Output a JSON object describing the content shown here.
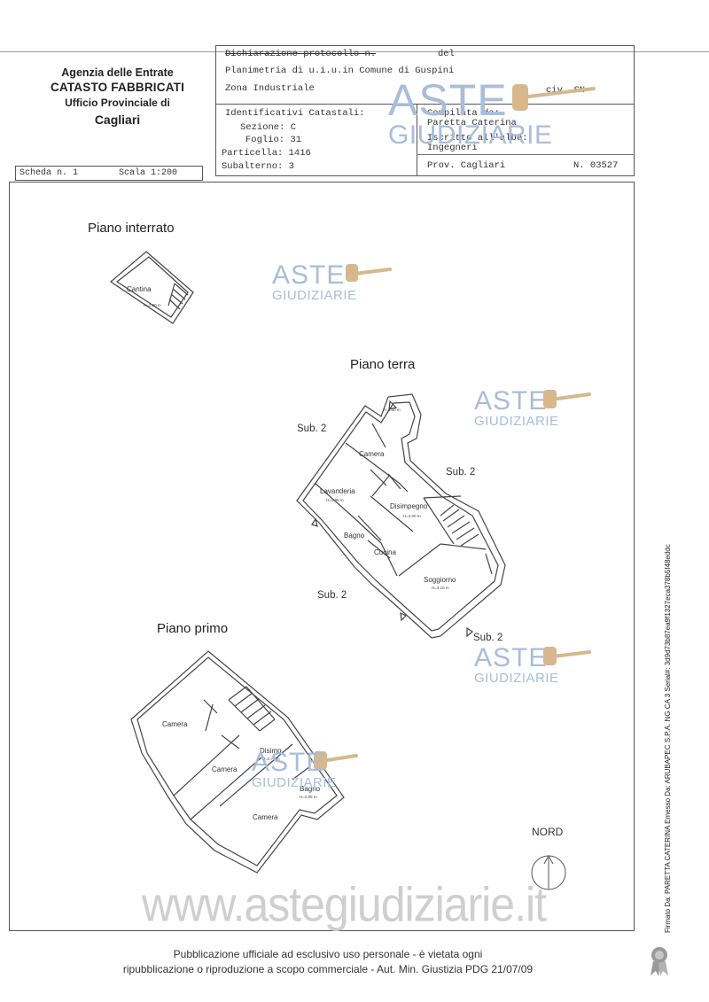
{
  "agency": {
    "line1": "Agenzia delle Entrate",
    "line2": "CATASTO FABBRICATI",
    "line3": "Ufficio Provinciale di",
    "line4": "Cagliari"
  },
  "header": {
    "dichiarazione": "Dichiarazione protocollo n.",
    "del": "del",
    "planimetria": "Planimetria di u.i.u.in Comune di Guspini",
    "zona": "Zona Industriale",
    "civ": "civ. SN",
    "identificativi": "Identificativi Catastali:",
    "sezione": "Sezione: C",
    "foglio": "Foglio: 31",
    "particella": "Particella: 1416",
    "subalterno": "Subalterno: 3",
    "compilata_label": "Compilata da:",
    "compilata_name": "Paretta Caterina",
    "iscritto": "Iscritto all'albo:",
    "albo": "Ingegneri",
    "prov": "Prov. Cagliari",
    "numero": "N. 03527"
  },
  "scheda": {
    "scheda": "Scheda n. 1",
    "scala": "Scala 1:200"
  },
  "floors": {
    "interrato": "Piano interrato",
    "terra": "Piano terra",
    "primo": "Piano primo"
  },
  "sub_labels": [
    "Sub. 2",
    "Sub. 2",
    "Sub. 2",
    "Sub. 2"
  ],
  "rooms": {
    "cantina": "Cantina",
    "cantina_h": "H=2.20 m",
    "camera_t": "Camera",
    "h300a": "H=3.00 m",
    "lavanderia": "Lavanderia",
    "lavanderia_h": "H=2.88 m",
    "disimpegno": "Disimpegno",
    "disimpegno_h": "H=3.00 m",
    "bagno_t": "Bagno",
    "cucina": "Cucina",
    "soggiorno": "Soggiorno",
    "soggiorno_h": "H=3.10 m",
    "camera_p1": "Camera",
    "camera_p2": "Camera",
    "camera_p3": "Camera",
    "disimp": "Disimp.",
    "disimp_h": "H=2.70 m",
    "bagno_p": "Bagno",
    "bagno_p_h": "H=2.65 m"
  },
  "watermark": {
    "aste": "ASTE",
    "giudiziarie": "GIUDIZIARIE",
    "site": "www.astegiudiziarie.it"
  },
  "nord": "NORD",
  "footer": {
    "line1": "Pubblicazione ufficiale ad esclusivo uso personale - è vietata ogni",
    "line2": "ripubblicazione o riproduzione a scopo commerciale - Aut. Min. Giustizia PDG 21/07/09"
  },
  "signature": "Firmato Da: PARETTA CATERINA Emesso Da: ARUBAPEC S.P.A. NG CA 3 Serial#: 3d9d73b87ea9f1327eca378b5f48eddc"
}
